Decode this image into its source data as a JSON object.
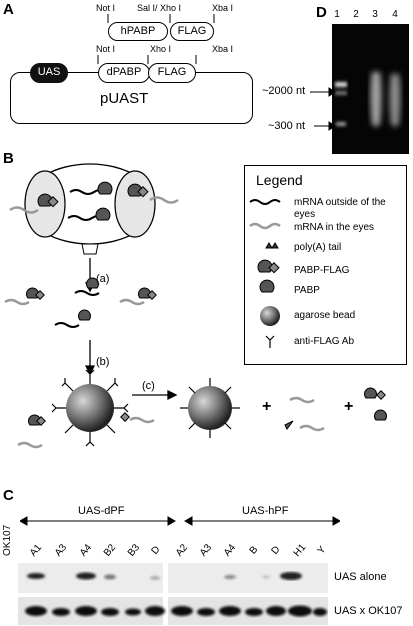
{
  "panelA": {
    "letter": "A",
    "construct1": {
      "left_site": "Not I",
      "insert": "hPABP",
      "mid_site": "Sal I/ Xho I",
      "tag": "FLAG",
      "right_site": "Xba I"
    },
    "construct2": {
      "left_site": "Not I",
      "promoter": "UAS",
      "insert": "dPABP",
      "mid_site": "Xho I",
      "tag": "FLAG",
      "right_site": "Xba I"
    },
    "vector": "pUAST"
  },
  "panelD": {
    "letter": "D",
    "lanes": [
      "1",
      "2",
      "3",
      "4"
    ],
    "markers": [
      "~2000 nt",
      "~300 nt"
    ]
  },
  "panelB": {
    "letter": "B",
    "steps": [
      "(a)",
      "(b)",
      "(c)"
    ],
    "plus": "+",
    "legend": {
      "title": "Legend",
      "items": [
        "mRNA outside of the eyes",
        "mRNA in the eyes",
        "poly(A) tail",
        "PABP-FLAG",
        "PABP",
        "agarose bead",
        "anti-FLAG Ab"
      ]
    }
  },
  "panelC": {
    "letter": "C",
    "driver": "OK107",
    "group1": "UAS-dPF",
    "group2": "UAS-hPF",
    "lanes1": [
      "A1",
      "A3",
      "A4",
      "B2",
      "B3",
      "D"
    ],
    "lanes2": [
      "A2",
      "A3",
      "A4",
      "B",
      "D",
      "H1",
      "Y"
    ],
    "rows": [
      "UAS alone",
      "UAS x OK107"
    ]
  }
}
